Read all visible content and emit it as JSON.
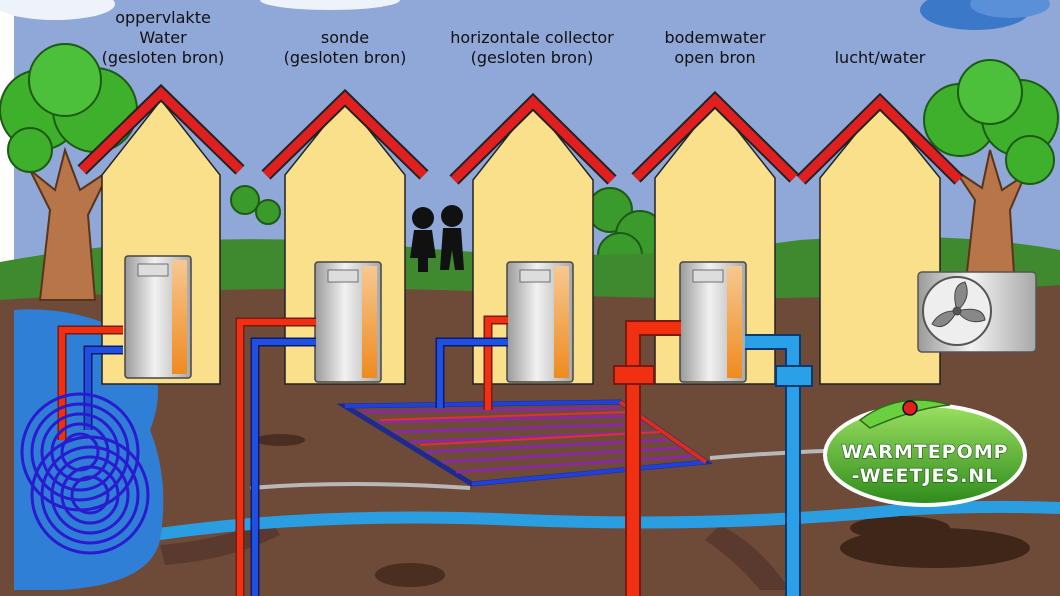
{
  "labels": [
    {
      "lines": [
        "oppervlakte",
        "Water",
        "(gesloten bron)"
      ]
    },
    {
      "lines": [
        "sonde",
        "(gesloten bron)"
      ]
    },
    {
      "lines": [
        "horizontale collector",
        "(gesloten bron)"
      ]
    },
    {
      "lines": [
        "bodemwater",
        "open bron"
      ]
    },
    {
      "lines": [
        "lucht/water"
      ]
    }
  ],
  "logo": {
    "line1": "WARMTEPOMP",
    "line2": "-WEETJES.NL"
  },
  "colors": {
    "sky": "#8fa8d8",
    "grass": "#3f8a2e",
    "soil": "#6e4a38",
    "house": "#fbe08c",
    "roof": "#e02020",
    "pipe_hot": "#f03010",
    "pipe_cold": "#2050e0",
    "groundwater": "#2a9ee0",
    "pond": "#2f7fd6"
  }
}
